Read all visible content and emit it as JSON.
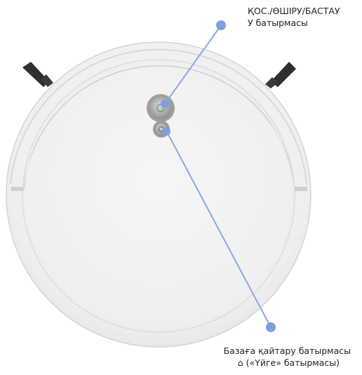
{
  "callouts": {
    "power_button": {
      "line1": "ҚОС./ӨШІРУ/БАСТАУ",
      "line2": "У батырмасы"
    },
    "home_button": {
      "line1": "Базаға қайтару батырмасы",
      "line2": "⌂  («Үйге» батырмасы)"
    }
  },
  "colors": {
    "callout_line": "#8aa8e0",
    "callout_dot": "#7e9fdd",
    "robot_body": "#f2f2f2",
    "robot_edge": "#d6d6d6",
    "side_brush": "#333333",
    "button_ring": "#9b9b9b"
  }
}
